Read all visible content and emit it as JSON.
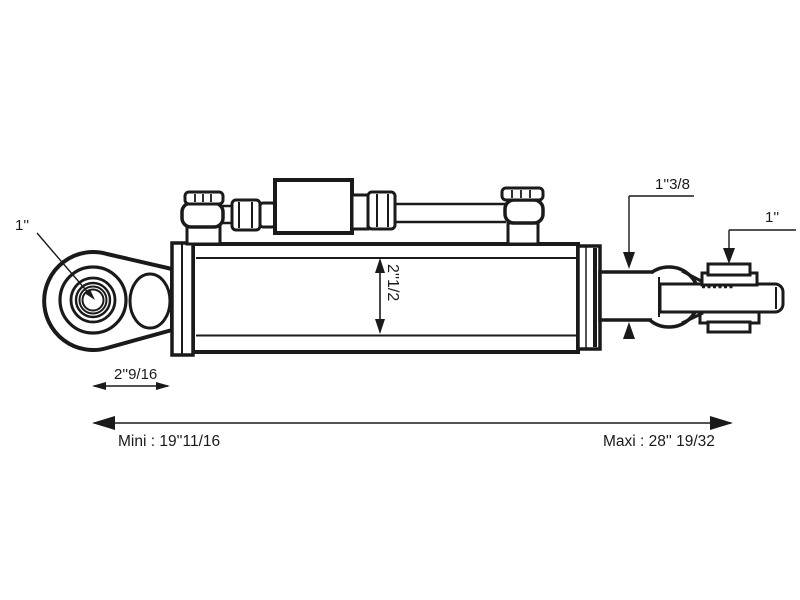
{
  "drawing": {
    "type": "technical-drawing-top-link-hydraulic-cylinder",
    "labels": {
      "eye_bore": "1''",
      "cylinder_bore": "2''1/2",
      "rod_diameter": "1''3/8",
      "ball_bore": "1''",
      "eye_offset": "2''9/16",
      "min_length": "Mini : 19''11/16",
      "max_length": "Maxi : 28'' 19/32"
    },
    "colors": {
      "line": "#1a1a1a",
      "background": "#ffffff"
    },
    "icons": {
      "arrowheads": "dimension-arrow-icon"
    }
  }
}
